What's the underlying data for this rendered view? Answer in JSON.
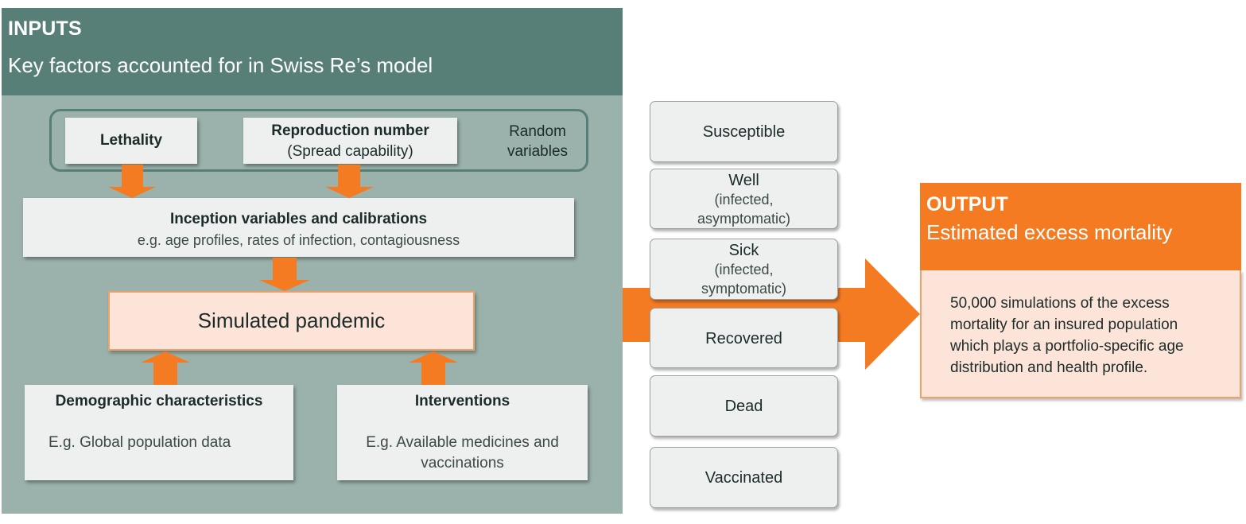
{
  "inputs": {
    "heading": "INPUTS",
    "subheading": "Key factors accounted for in Swiss Re’s model",
    "random_variables_label_1": "Random",
    "random_variables_label_2": "variables",
    "lethality": "Lethality",
    "reproduction_title": "Reproduction number",
    "reproduction_sub": "(Spread capability)",
    "inception_title": "Inception variables and calibrations",
    "inception_sub": "e.g. age profiles, rates of infection, contagiousness",
    "simulated": "Simulated pandemic",
    "demographic_title": "Demographic characteristics",
    "demographic_desc": "E.g. Global population data",
    "interventions_title": "Interventions",
    "interventions_desc_1": "E.g. Available medicines and",
    "interventions_desc_2": "vaccinations"
  },
  "states": {
    "susceptible": "Susceptible",
    "well": "Well",
    "well_sub_1": "(infected,",
    "well_sub_2": "asymptomatic)",
    "sick": "Sick",
    "sick_sub_1": "(infected,",
    "sick_sub_2": "symptomatic)",
    "recovered": "Recovered",
    "dead": "Dead",
    "vaccinated": "Vaccinated"
  },
  "output": {
    "heading": "OUTPUT",
    "subheading": "Estimated excess mortality",
    "line_1": "50,000 simulations of the excess",
    "line_2": "mortality for an insured population",
    "line_3": "which plays a portfolio-specific age",
    "line_4": "distribution and health profile."
  },
  "colors": {
    "inputs_header": "#577f78",
    "inputs_body": "#9ab2ab",
    "accent_orange": "#f47b22",
    "pale_orange": "#fde4d8",
    "card": "#edf0ef"
  }
}
